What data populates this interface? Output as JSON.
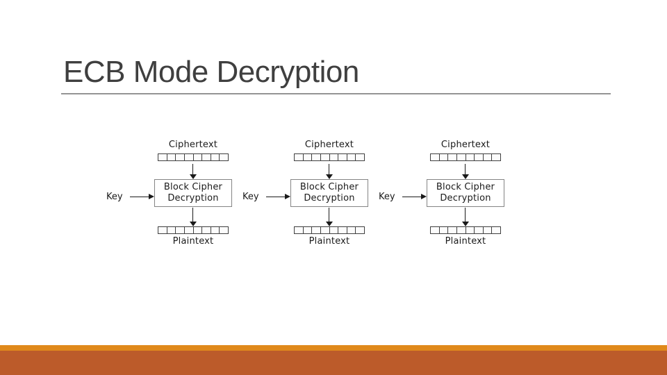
{
  "slide": {
    "title": "ECB Mode Decryption"
  },
  "colors": {
    "title_text": "#3f3f3f",
    "title_underline": "#949494",
    "accent_bar_top": "#e0891b",
    "accent_bar_bottom": "#bc5b2a",
    "diagram_ink": "#1a1a1a",
    "box_border": "#848484"
  },
  "diagram": {
    "description": "ECB mode decryption block diagram, three identical parallel block operations",
    "cells_per_register": 8,
    "units": [
      {
        "ciphertext_label": "Ciphertext",
        "key_label": "Key",
        "box_line1": "Block Cipher",
        "box_line2": "Decryption",
        "plaintext_label": "Plaintext"
      },
      {
        "ciphertext_label": "Ciphertext",
        "key_label": "Key",
        "box_line1": "Block Cipher",
        "box_line2": "Decryption",
        "plaintext_label": "Plaintext"
      },
      {
        "ciphertext_label": "Ciphertext",
        "key_label": "Key",
        "box_line1": "Block Cipher",
        "box_line2": "Decryption",
        "plaintext_label": "Plaintext"
      }
    ]
  }
}
